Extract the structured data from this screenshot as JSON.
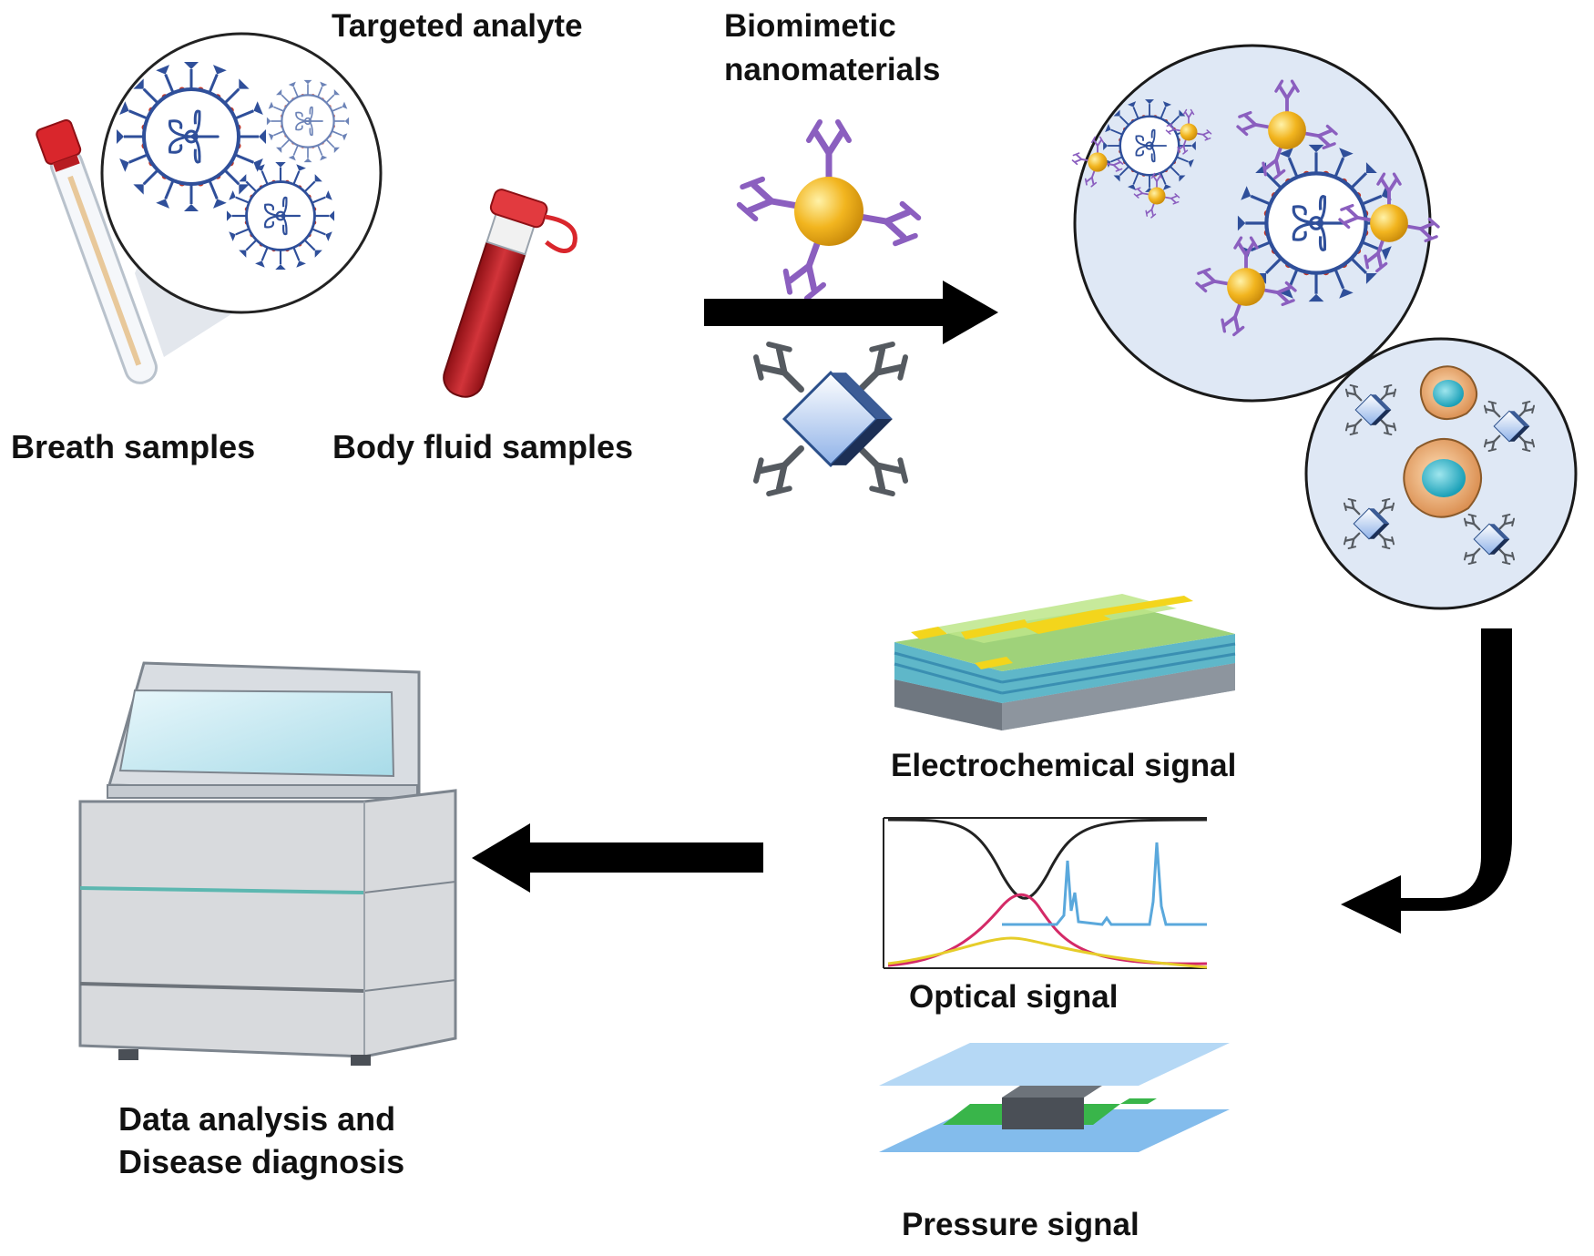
{
  "labels": {
    "targeted_analyte": "Targeted analyte",
    "biomimetic_line1": "Biomimetic",
    "biomimetic_line2": "nanomaterials",
    "breath_samples": "Breath samples",
    "body_fluid_samples": "Body fluid samples",
    "electrochemical_signal": "Electrochemical signal",
    "optical_signal": "Optical signal",
    "pressure_signal": "Pressure signal",
    "data_analysis_line1": "Data analysis and",
    "data_analysis_line2": "Disease diagnosis"
  },
  "icons": {
    "breath_tube": "swab-tube-icon",
    "fluid_tube": "blood-tube-icon",
    "virus": "virus-icon",
    "gold_nanoparticle": "antibody-gold-nanoparticle-icon",
    "cube_nanoparticle": "antibody-cube-nanoparticle-icon",
    "electrochemical": "electrochemical-sensor-chip-icon",
    "optical": "optical-spectrum-plot-icon",
    "pressure": "pressure-sensor-icon",
    "analyzer": "analyzer-instrument-icon"
  },
  "colors": {
    "virus": "#2f4f9a",
    "virus_spike_tip": "#c0392b",
    "antibody": "#8b5fbf",
    "gold": "#f2b51f",
    "cube": "#2b4f8a",
    "circle_fill": "#dfe8f5",
    "arrow": "#000000",
    "blood": "#b0191e"
  }
}
